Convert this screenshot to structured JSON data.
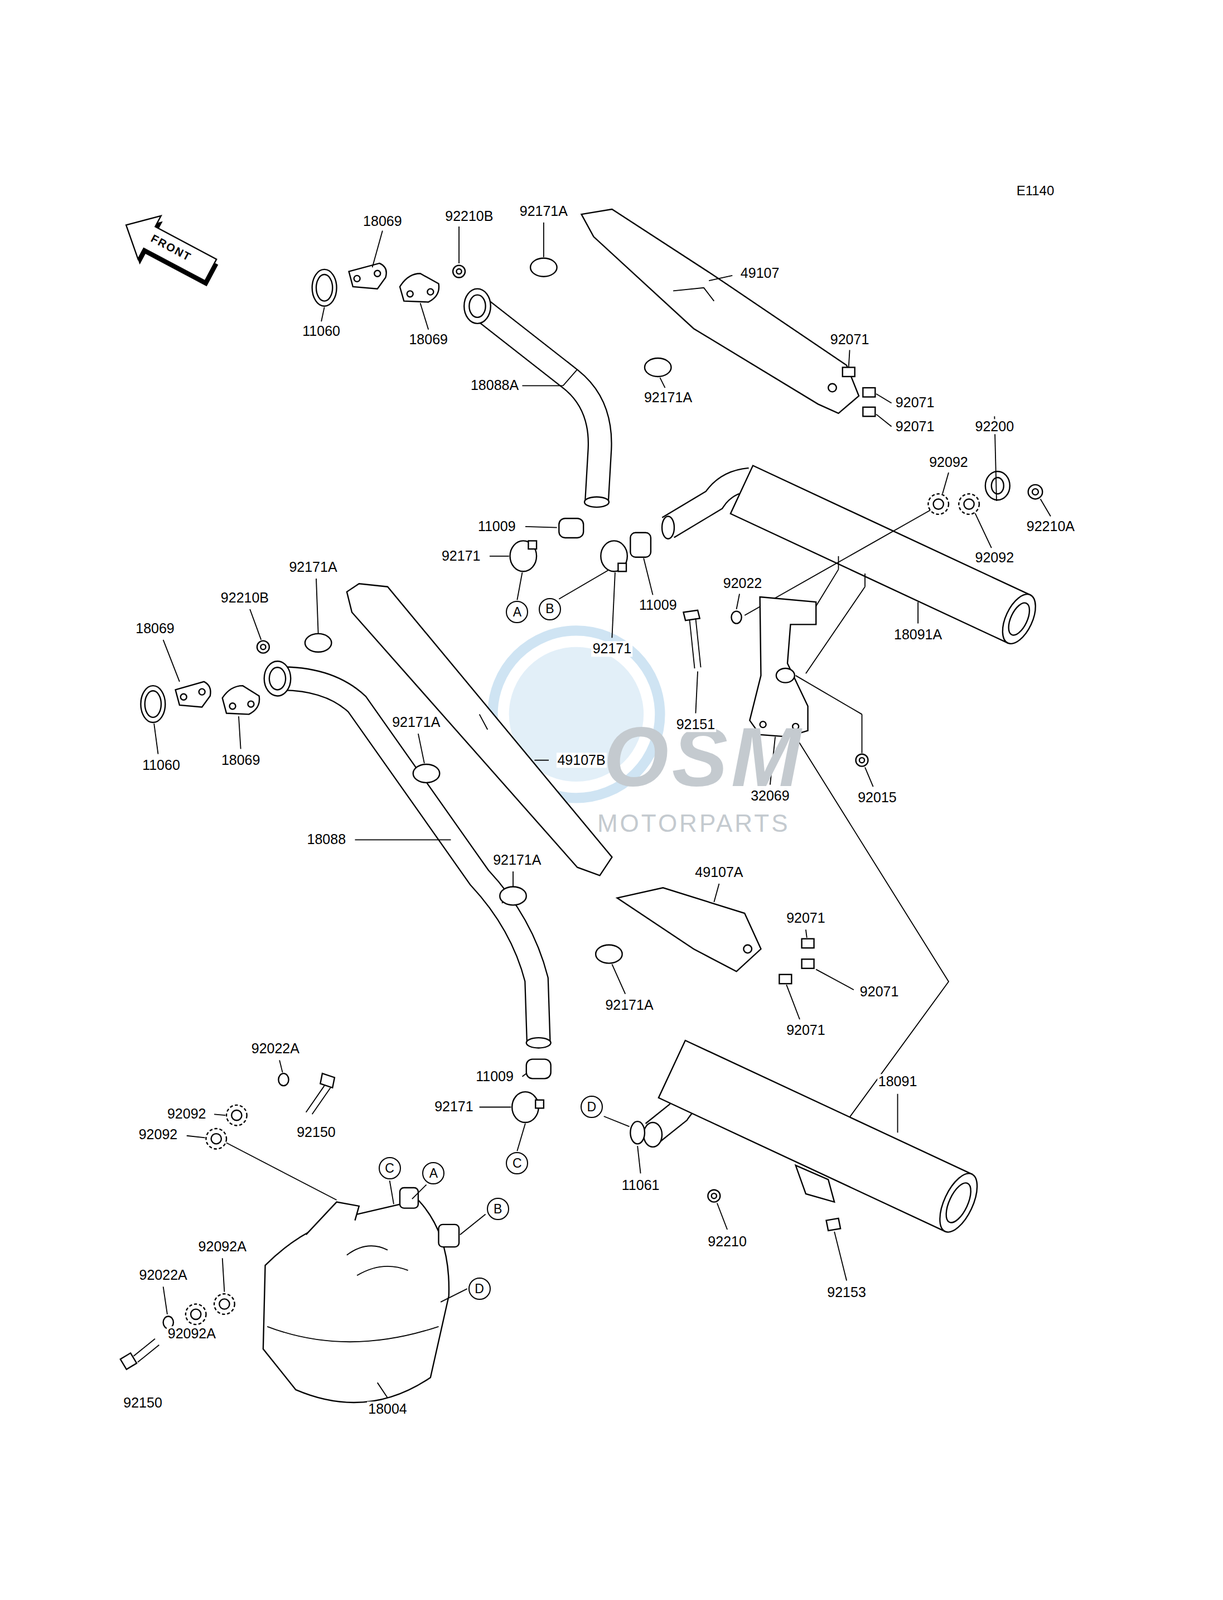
{
  "diagram": {
    "nodes": [
      {
        "text": [
          "A"
        ]
      },
      {
        "text": [
          "B"
        ]
      },
      {
        "text": [
          "D"
        ]
      },
      {
        "text": [
          "C"
        ]
      },
      {
        "text": [
          "A"
        ]
      },
      {
        "text": [
          "C"
        ]
      },
      {
        "text": [
          "B"
        ]
      },
      {
        "text": [
          "D"
        ]
      }
    ],
    "labels": [
      "E1140",
      "FRONT",
      "18069",
      "92210B",
      "92171A",
      "49107",
      "11060",
      "18069",
      "92071",
      "18088A",
      "92171A",
      "92071",
      "92071",
      "92200",
      "92092",
      "11009",
      "92210A",
      "92092",
      "92171",
      "11009",
      "92022",
      "92171A",
      "92210B",
      "18069",
      "18091A",
      "92171",
      "92151",
      "11060",
      "18069",
      "92171A",
      "49107B",
      "32069",
      "92015",
      "18088",
      "92171A",
      "49107A",
      "92071",
      "92071",
      "92171A",
      "92071",
      "92022A",
      "11009",
      "18091",
      "92092",
      "92171",
      "92092",
      "92150",
      "11061",
      "92210",
      "92092A",
      "92022A",
      "92153",
      "92150",
      "92092A",
      "18004",
      "OSM",
      "MOTORPARTS"
    ]
  }
}
